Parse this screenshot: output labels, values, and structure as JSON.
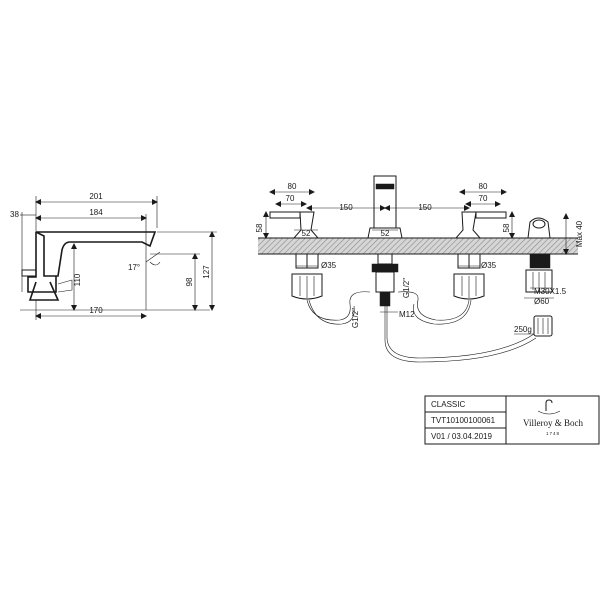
{
  "side_view": {
    "dim_overall": "201",
    "dim_body": "184",
    "dim_left": "38",
    "dim_angle": "17°",
    "dim_spout_height": "110",
    "dim_height_98": "98",
    "dim_total_height": "127",
    "dim_base": "170"
  },
  "top_view": {
    "dim_handle_left_80": "80",
    "dim_handle_left_70": "70",
    "dim_spacing_left": "150",
    "dim_spacing_right": "150",
    "dim_handle_right_80": "80",
    "dim_handle_right_70": "70",
    "dim_left_58": "58",
    "dim_right_58": "58",
    "dim_left_52": "52",
    "dim_center_52": "52",
    "dim_left_d35": "Ø35",
    "dim_right_d35": "Ø35",
    "dim_max40": "Max 40",
    "dim_g12_left": "G1/2\"",
    "dim_g12_right": "G1/2\"",
    "dim_m12": "M12",
    "dim_m30": "M30X1.5",
    "dim_d60": "Ø60",
    "dim_weight": "250g"
  },
  "title_block": {
    "series": "CLASSIC",
    "article_number": "TVT10100100061",
    "version": "V01 / 03.04.2019",
    "brand": "Villeroy & Boch",
    "brand_year": "1748"
  }
}
